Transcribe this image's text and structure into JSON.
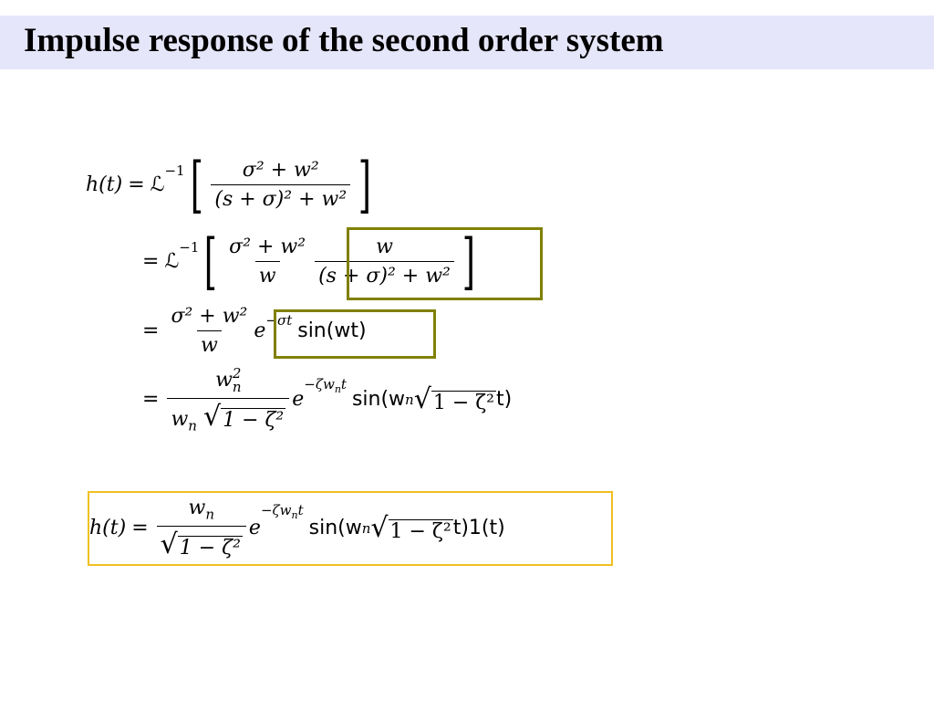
{
  "slide": {
    "title": "Impulse response of the second order system"
  },
  "equations": {
    "line1": {
      "lhs": "h(t)",
      "eq": "=",
      "op": "ℒ",
      "op_sup": "−1",
      "num": "σ² + w²",
      "den": "(s + σ)² + w²"
    },
    "line2": {
      "eq": "=",
      "op": "ℒ",
      "op_sup": "−1",
      "frac1_num": "σ² + w²",
      "frac1_den": "w",
      "frac2_num": "w",
      "frac2_den": "(s + σ)² + w²"
    },
    "line3": {
      "eq": "=",
      "frac_num": "σ² + w²",
      "frac_den": "w",
      "exp_base": "e",
      "exp_sup": "−σt",
      "func": "sin(wt)"
    },
    "line4": {
      "eq": "=",
      "frac_num": "w",
      "frac_num_sub": "n",
      "frac_num_sup": "2",
      "frac_den_pre": "w",
      "frac_den_sub": "n",
      "frac_den_sqrt": "1 − ζ²",
      "exp_base": "e",
      "exp_sup": "−ζw",
      "exp_sup_sub": "n",
      "exp_sup_t": "t",
      "func_pre": "sin(w",
      "func_sub": "n",
      "func_sqrt": "1 − ζ²",
      "func_post": "t)"
    },
    "final": {
      "lhs": "h(t)",
      "eq": "=",
      "frac_num": "w",
      "frac_num_sub": "n",
      "frac_den_sqrt": "1 − ζ²",
      "exp_base": "e",
      "exp_sup": "−ζw",
      "exp_sup_sub": "n",
      "exp_sup_t": "t",
      "func_pre": "sin(w",
      "func_sub": "n",
      "func_sqrt": "1 − ζ²",
      "func_post": "t)1(t)"
    }
  },
  "colors": {
    "title_bar": "#e6e6fa",
    "highlight_box": "#808000",
    "result_box": "#f0c020"
  }
}
